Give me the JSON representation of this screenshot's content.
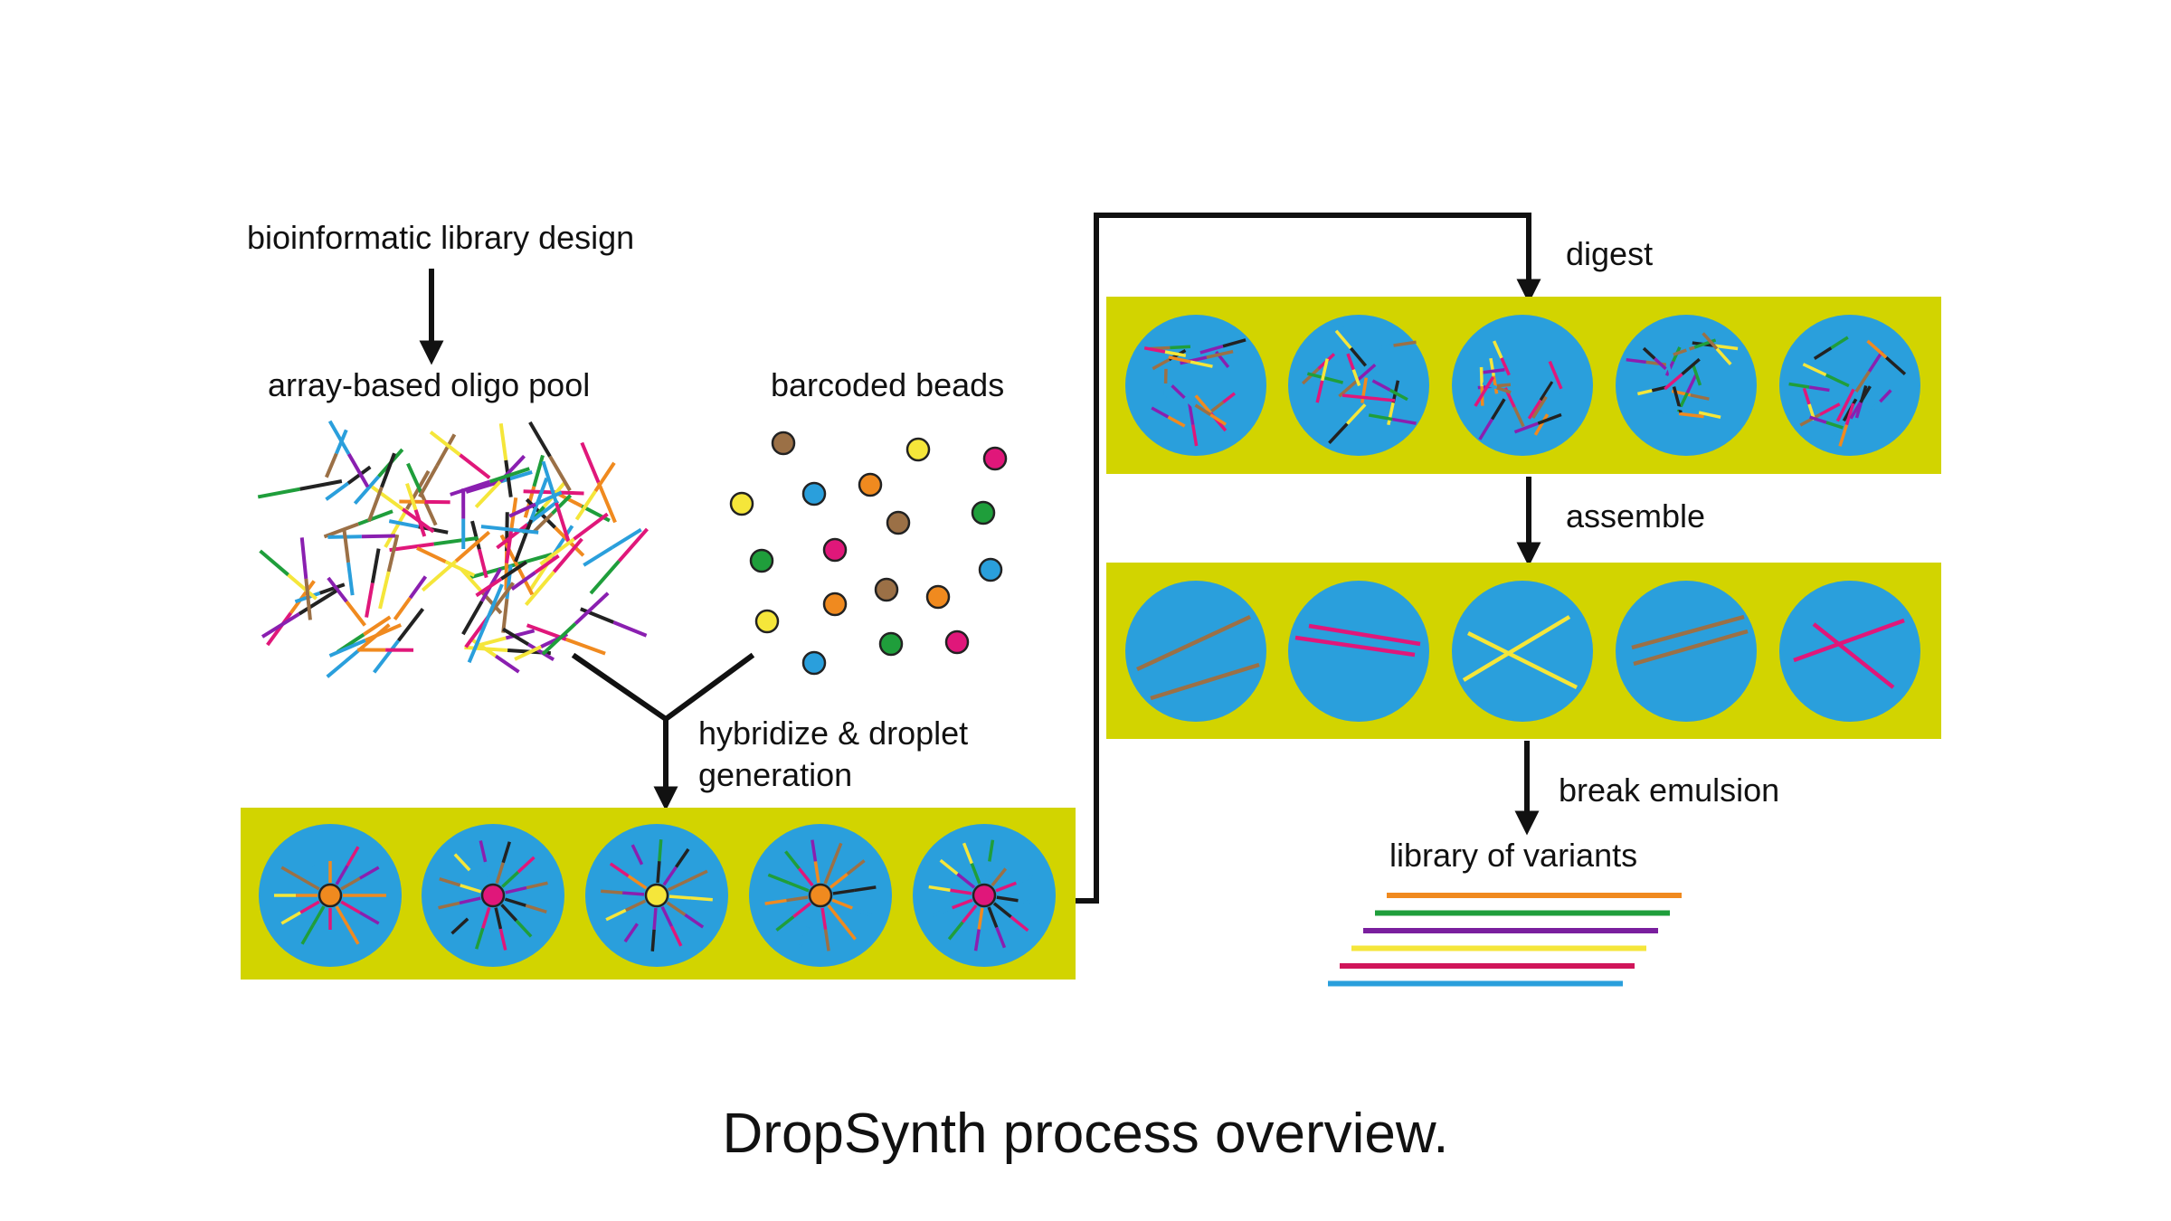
{
  "labels": {
    "design": "bioinformatic library design",
    "oligo_pool": "array-based oligo pool",
    "beads": "barcoded beads",
    "hybridize_line1": "hybridize & droplet",
    "hybridize_line2": "generation",
    "digest": "digest",
    "assemble": "assemble",
    "break_emulsion": "break emulsion",
    "library": "library of variants"
  },
  "caption": "DropSynth process overview.",
  "colors": {
    "emulsion": "#d2d400",
    "droplet": "#2a9fdc",
    "arrow": "#111111",
    "oligo_palette": [
      "#e0177a",
      "#f5e63a",
      "#1f9e3b",
      "#f08a1f",
      "#9b7046",
      "#8a1fb0",
      "#2a9fdc",
      "#222222"
    ],
    "bead_palette": [
      "#9b7046",
      "#f5e63a",
      "#e0177a",
      "#2a9fdc",
      "#f08a1f",
      "#1f9e3b"
    ],
    "library_lines": [
      "#f08a1f",
      "#1f9e3b",
      "#7a1f9e",
      "#f5e63a",
      "#d0155a",
      "#2a9fdc"
    ]
  },
  "icons": {
    "flow_arrow": "arrow-down-icon",
    "droplet": "droplet-icon",
    "bead": "bead-icon",
    "oligo": "oligo-strand-icon"
  }
}
